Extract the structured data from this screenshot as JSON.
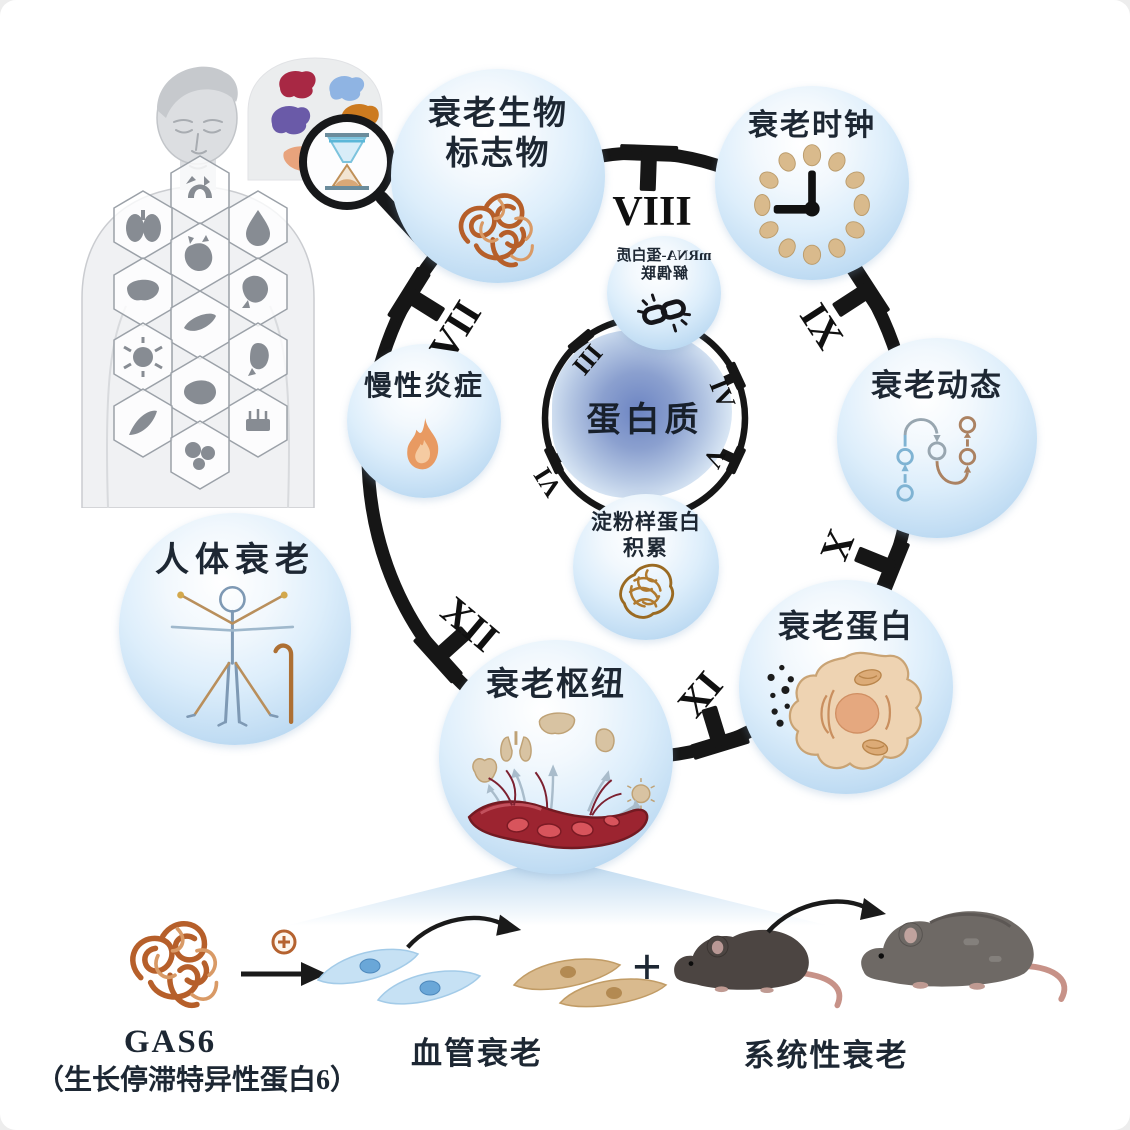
{
  "bubbles": {
    "biomarkers": {
      "line1": "衰老生物",
      "line2": "标志物"
    },
    "aging_clock": {
      "label": "衰老时钟"
    },
    "mrna_decoupling": {
      "line1": "mRNA-蛋白质",
      "line2": "解偶联"
    },
    "chronic_inflammation": {
      "label": "慢性炎症"
    },
    "protein_center": {
      "label": "蛋白质"
    },
    "amyloid_accumulation": {
      "line1": "淀粉样蛋白",
      "line2": "积累"
    },
    "aging_dynamics": {
      "label": "衰老动态"
    },
    "senescent_protein": {
      "label": "衰老蛋白"
    },
    "human_aging": {
      "label": "人体衰老"
    },
    "aging_hub": {
      "label": "衰老枢纽"
    }
  },
  "clock": {
    "outer_numerals": [
      "VII",
      "VIII",
      "IX",
      "X",
      "XI",
      "XII"
    ],
    "inner_numerals": [
      "III",
      "IV",
      "V",
      "VI"
    ]
  },
  "footer": {
    "gas6_name": "GAS6",
    "gas6_full_name": "（生长停滞特异性蛋白6）",
    "vascular_aging_label": "血管衰老",
    "plus_sign": "+",
    "systemic_aging_label": "系统性衰老"
  },
  "icons": {
    "protein_structure": "orange protein ribbon tangle",
    "organ_clock": "clock hands ringed by small organs",
    "broken_link": "broken chain link with burst dashes",
    "flame": "flame",
    "amyloid_fibril": "tangled brown fibril ball",
    "dynamics_path": "winding path with circular nodes and arrows",
    "senescent_cell": "irregular cell with secreted black dots",
    "vitruvian_man": "vitruvian man with walking cane",
    "vessel_organs": "red blood vessel feeding organs",
    "human_silhouette": "gray body with organ hexagons",
    "magnifier_hourglass": "magnifying glass over hourglass",
    "stimulation_plus": "circled plus over arrow",
    "young_cells": "blue spindle cells",
    "aged_cells": "tan spindle cells",
    "young_mouse": "dark young mouse",
    "aged_mouse": "gray aged mouse"
  },
  "colors": {
    "bubble_blue": "#a5cdec",
    "ring_black": "#161616",
    "protein_orange": "#b65f2a",
    "flame_orange": "#e89a62",
    "amyloid_brown": "#9a6a22",
    "vessel_red": "#9c2430",
    "young_cell_blue": "#c6e1f4",
    "aged_cell_tan": "#d9ba8e",
    "young_mouse": "#4c4542",
    "aged_mouse": "#6e6965",
    "label_dark": "#1d2733"
  }
}
